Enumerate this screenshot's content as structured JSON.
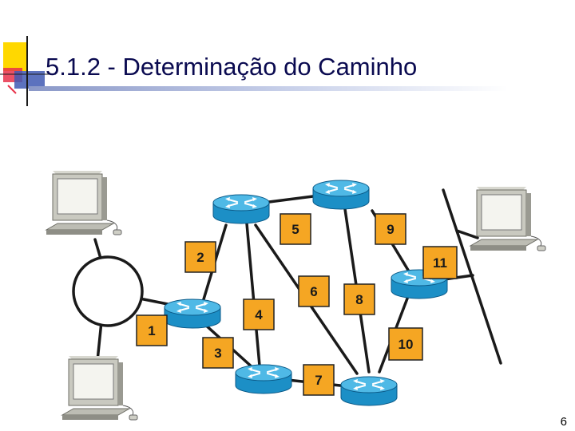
{
  "slide": {
    "title": "5.1.2 - Determinação do Caminho",
    "page_number": "6"
  },
  "diagram": {
    "node_kinds": {
      "workstation": "workstation-icon",
      "router": "router-icon",
      "ring": "token-ring-network",
      "bus": "bus-segment"
    },
    "link_labels": [
      "1",
      "2",
      "3",
      "4",
      "5",
      "6",
      "7",
      "8",
      "9",
      "10",
      "11"
    ],
    "colors": {
      "router_body": "#1c8fc6",
      "router_top": "#4fb9e6",
      "router_edge": "#0b5a88",
      "label_fill": "#f5a623",
      "label_border": "#222222",
      "title_text": "#0a0a50",
      "logo_yellow": "#ffd800",
      "logo_red": "#e8334a",
      "logo_blue": "#3f59b3"
    }
  }
}
